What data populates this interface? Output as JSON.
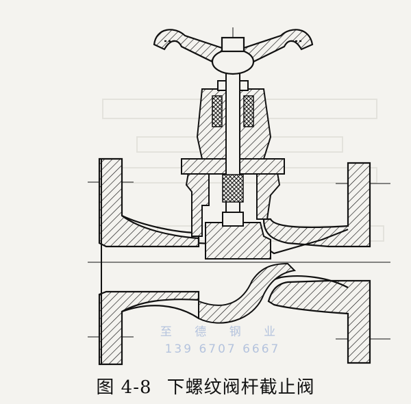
{
  "caption": {
    "figure_number": "图 4-8",
    "title": "下螺纹阀杆截止阀"
  },
  "watermark": {
    "company": "至 德 钢 业",
    "phone": "139 6707 6667"
  },
  "colors": {
    "paper": "#f4f3ef",
    "ink": "#111111",
    "watermark": "#9fb3d8"
  }
}
